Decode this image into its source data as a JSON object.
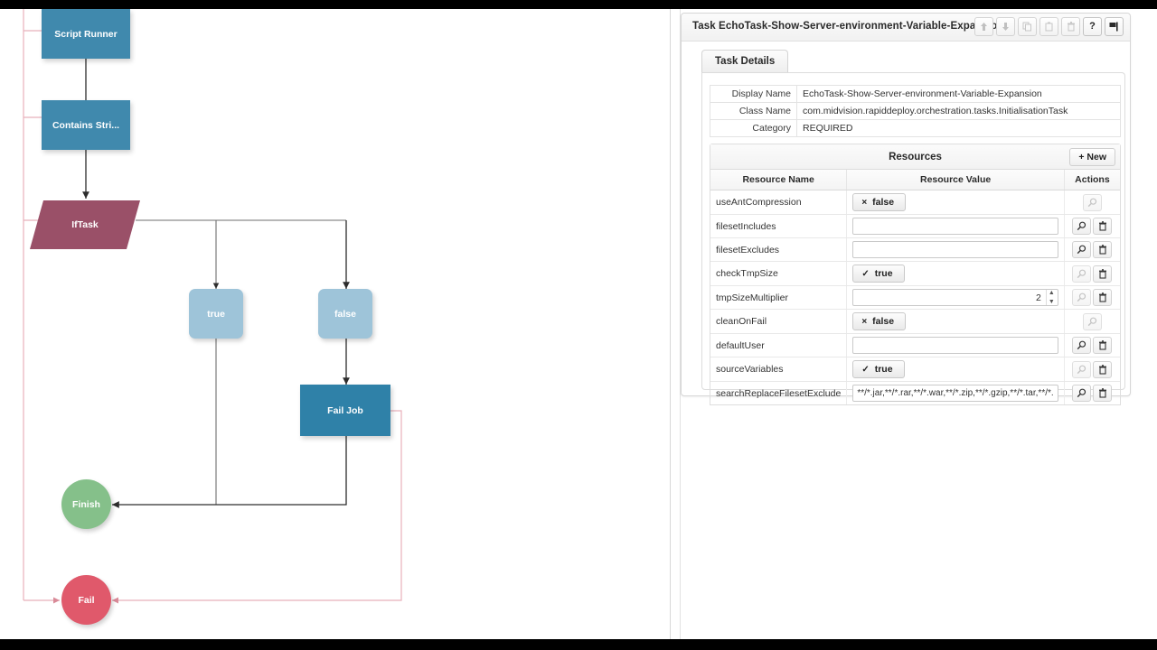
{
  "panel": {
    "title": "Task EchoTask-Show-Server-environment-Variable-Expansion",
    "tools": [
      {
        "name": "move-up-icon",
        "glyph": "↑",
        "enabled": false
      },
      {
        "name": "move-down-icon",
        "glyph": "↓",
        "enabled": false
      },
      {
        "name": "copy-icon",
        "glyph": "copy",
        "enabled": false
      },
      {
        "name": "paste-icon",
        "glyph": "paste",
        "enabled": false
      },
      {
        "name": "trash-icon",
        "glyph": "trash",
        "enabled": false
      },
      {
        "name": "help-icon",
        "glyph": "?",
        "enabled": true
      },
      {
        "name": "pin-icon",
        "glyph": "pin",
        "enabled": true
      }
    ],
    "tab_label": "Task Details"
  },
  "details": {
    "rows": [
      {
        "label": "Display Name",
        "value": "EchoTask-Show-Server-environment-Variable-Expansion"
      },
      {
        "label": "Class Name",
        "value": "com.midvision.rapiddeploy.orchestration.tasks.InitialisationTask"
      },
      {
        "label": "Category",
        "value": "REQUIRED"
      }
    ]
  },
  "resources": {
    "title": "Resources",
    "new_label": "+  New",
    "headers": [
      "Resource Name",
      "Resource Value",
      "Actions"
    ],
    "rows": [
      {
        "name": "useAntCompression",
        "type": "bool",
        "value": "false",
        "mark": "×",
        "search": true,
        "delete": false,
        "search_dim": true,
        "delete_dim": true
      },
      {
        "name": "filesetIncludes",
        "type": "text",
        "value": "",
        "search": true,
        "delete": true,
        "search_dim": false,
        "delete_dim": false
      },
      {
        "name": "filesetExcludes",
        "type": "text",
        "value": "",
        "search": true,
        "delete": true,
        "search_dim": false,
        "delete_dim": false
      },
      {
        "name": "checkTmpSize",
        "type": "bool",
        "value": "true",
        "mark": "✓",
        "search": true,
        "delete": true,
        "search_dim": true,
        "delete_dim": false
      },
      {
        "name": "tmpSizeMultiplier",
        "type": "spin",
        "value": "2",
        "search": true,
        "delete": true,
        "search_dim": true,
        "delete_dim": false
      },
      {
        "name": "cleanOnFail",
        "type": "bool",
        "value": "false",
        "mark": "×",
        "search": true,
        "delete": false,
        "search_dim": true,
        "delete_dim": true
      },
      {
        "name": "defaultUser",
        "type": "text",
        "value": "",
        "search": true,
        "delete": true,
        "search_dim": false,
        "delete_dim": false
      },
      {
        "name": "sourceVariables",
        "type": "bool",
        "value": "true",
        "mark": "✓",
        "search": true,
        "delete": true,
        "search_dim": true,
        "delete_dim": false
      },
      {
        "name": "searchReplaceFilesetExclude",
        "type": "text",
        "value": "**/*.jar,**/*.rar,**/*.war,**/*.zip,**/*.gzip,**/*.tar,**/*.ba",
        "search": true,
        "delete": true,
        "search_dim": false,
        "delete_dim": false
      }
    ]
  },
  "diagram": {
    "nodes": [
      {
        "id": "script-runner",
        "label": "Script Runner",
        "shape": "rect",
        "color": "#4089ad"
      },
      {
        "id": "contains-stri",
        "label": "Contains Stri...",
        "shape": "rect",
        "color": "#4089ad"
      },
      {
        "id": "iftask",
        "label": "IfTask",
        "shape": "parallelogram",
        "color": "#9a5068"
      },
      {
        "id": "true",
        "label": "true",
        "shape": "rounded",
        "color": "#9ec4d9"
      },
      {
        "id": "false",
        "label": "false",
        "shape": "rounded",
        "color": "#9ec4d9"
      },
      {
        "id": "fail-job",
        "label": "Fail Job",
        "shape": "rect",
        "color": "#2f81a8"
      },
      {
        "id": "finish",
        "label": "Finish",
        "shape": "circle",
        "color": "#85c08a"
      },
      {
        "id": "fail",
        "label": "Fail",
        "shape": "circle",
        "color": "#e0596b"
      }
    ],
    "edge_color_flow": "#3a3a3a",
    "edge_color_error": "#e0a3ad"
  }
}
